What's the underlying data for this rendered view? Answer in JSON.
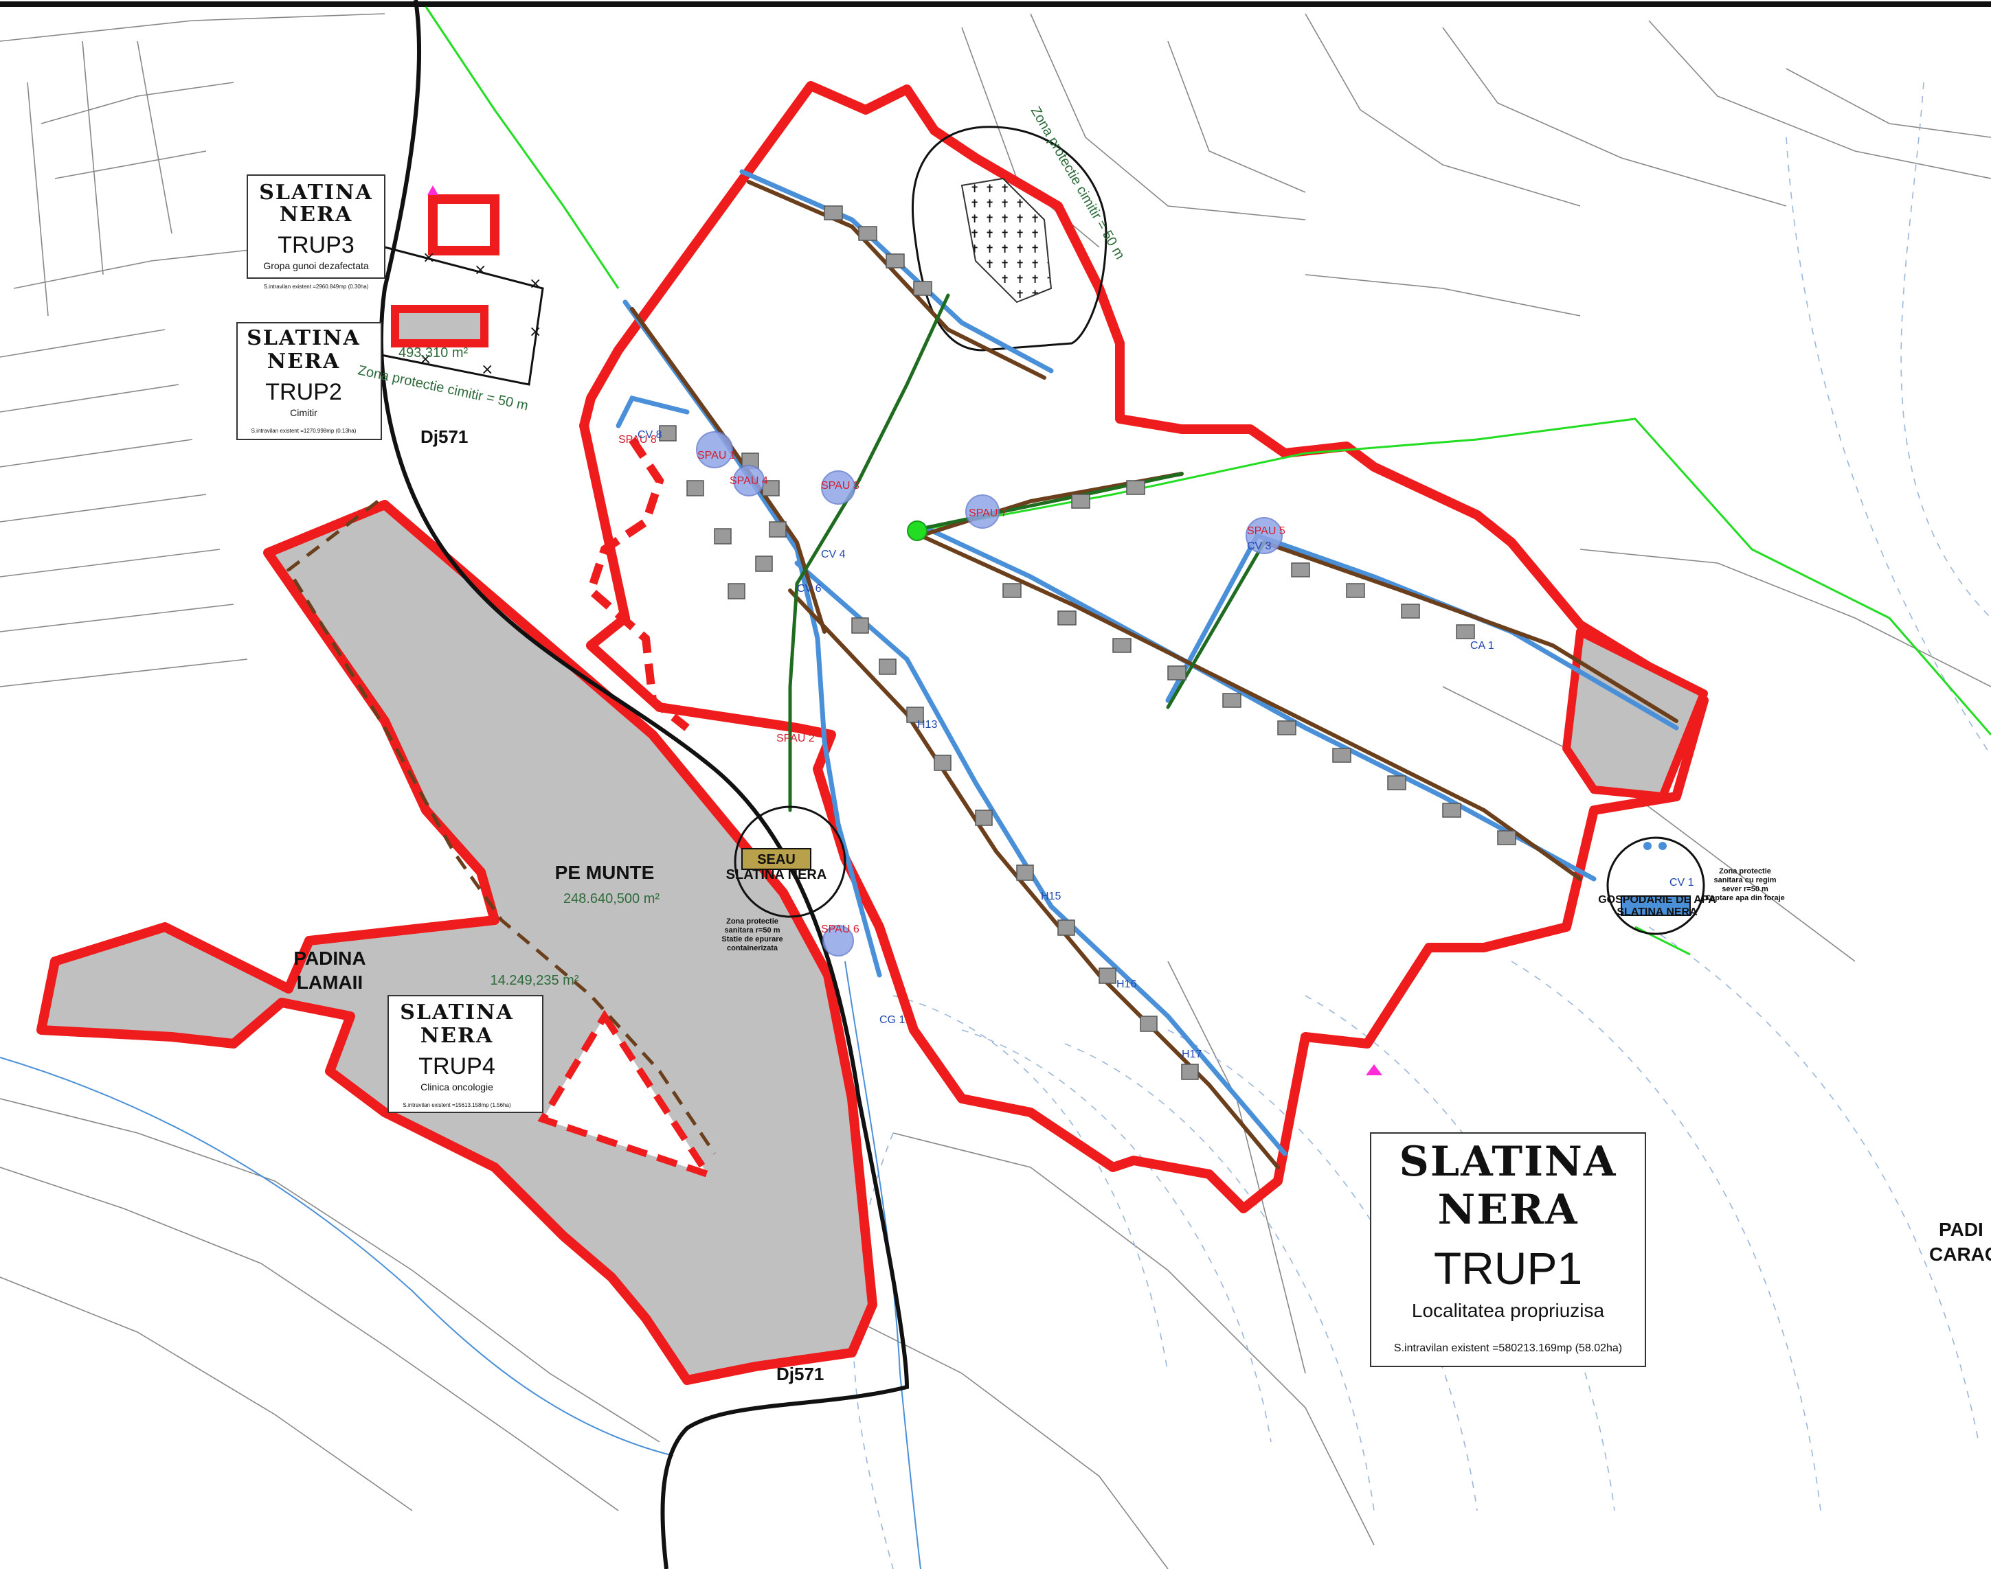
{
  "map": {
    "trup1": {
      "name_line1": "SLATINA",
      "name_line2": "NERA",
      "code": "TRUP1",
      "desc": "Localitatea propriuzisa",
      "area": "S.intravilan existent =580213.169mp (58.02ha)"
    },
    "trup2": {
      "name_line1": "SLATINA",
      "name_line2": "NERA",
      "code": "TRUP2",
      "desc": "Cimitir",
      "area": "S.intravilan existent =1270.998mp (0.13ha)"
    },
    "trup3": {
      "name_line1": "SLATINA",
      "name_line2": "NERA",
      "code": "TRUP3",
      "desc": "Gropa gunoi dezafectata",
      "area": "S.intravilan existent =2960.849mp (0.30ha)"
    },
    "trup4": {
      "name_line1": "SLATINA",
      "name_line2": "NERA",
      "code": "TRUP4",
      "desc": "Clinica oncologie",
      "area": "S.intravilan existent =15613.158mp (1.56ha)"
    },
    "labels": {
      "road_top": "Dj571",
      "road_bottom": "Dj571",
      "pe_munte": "PE MUNTE",
      "pe_munte_area": "248.640,500 m²",
      "padina_lamaii_1": "PADINA",
      "padina_lamaii_2": "LAMAII",
      "padina_lamaii_area": "14.249,235 m²",
      "trup2_area": "493,310 m²",
      "padina_right_1": "PADI",
      "padina_right_2": "CARAC",
      "seau_1": "SEAU",
      "seau_2": "SLATINA NERA",
      "seau_zone_1": "Zona protectie",
      "seau_zone_2": "sanitara r=50 m",
      "seau_zone_3": "Statie de epurare",
      "seau_zone_4": "containerizata",
      "gosp_1": "GOSPODARIE DE APA",
      "gosp_2": "SLATINA NERA",
      "water_zone_1": "Zona protectie",
      "water_zone_2": "sanitara cu regim",
      "water_zone_3": "sever r=50 m",
      "water_zone_4": "Captare apa din foraje",
      "cemetery_zone_top": "Zona protectie cimitir = 50 m",
      "cemetery_zone_left": "Zona protectie cimitir = 50 m",
      "spau_1": "SPAU 1",
      "spau_2": "SPAU 2",
      "spau_3": "SPAU 3",
      "spau_4": "SPAU 4",
      "spau_5": "SPAU 5",
      "spau_6": "SPAU 6",
      "spau_7": "SPAU 7",
      "spau_8": "SPAU 8",
      "cv_1": "CV 1",
      "cv_3": "CV 3",
      "cv_4": "CV 4",
      "cv_6": "CV 6",
      "cv_8": "CV 8",
      "ca_1": "CA 1",
      "cg_1": "CG 1",
      "h13": "H13",
      "h15": "H15",
      "h16": "H16",
      "h17": "H17"
    },
    "colors": {
      "boundary": "#ee1c1c",
      "grey_fill": "#c0c0c0",
      "water": "#4a90d9",
      "sewer": "#6b3f1c",
      "gas": "#1f6b1f",
      "power": "#22dd22",
      "road": "#111111"
    }
  }
}
